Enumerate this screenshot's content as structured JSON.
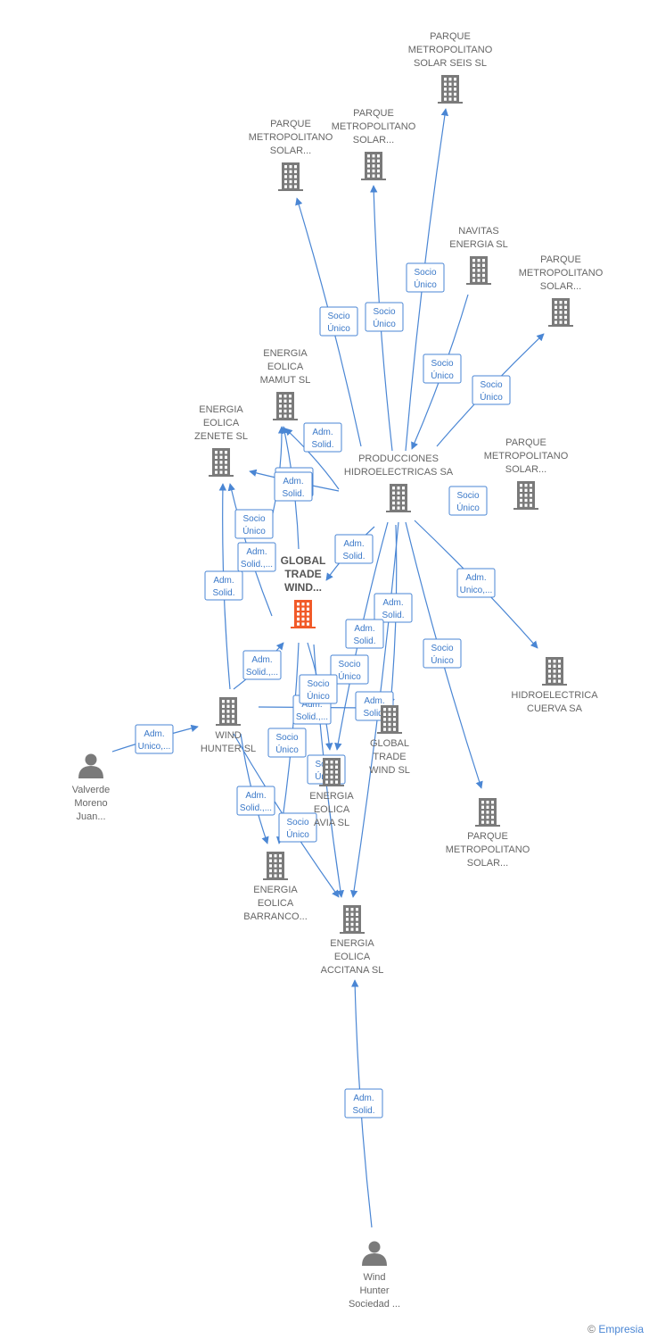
{
  "colors": {
    "node": "#7a7a7a",
    "focus": "#f15a29",
    "edge": "#4a86d4"
  },
  "nodes": [
    {
      "id": "pm_seis",
      "type": "company",
      "lines": [
        "PARQUE",
        "METROPOLITANO",
        "SOLAR SEIS SL"
      ]
    },
    {
      "id": "pm_a",
      "type": "company",
      "lines": [
        "PARQUE",
        "METROPOLITANO",
        "SOLAR..."
      ]
    },
    {
      "id": "pm_b",
      "type": "company",
      "lines": [
        "PARQUE",
        "METROPOLITANO",
        "SOLAR..."
      ]
    },
    {
      "id": "navitas",
      "type": "company",
      "lines": [
        "NAVITAS",
        "ENERGIA SL"
      ]
    },
    {
      "id": "pm_c",
      "type": "company",
      "lines": [
        "PARQUE",
        "METROPOLITANO",
        "SOLAR..."
      ]
    },
    {
      "id": "mamut",
      "type": "company",
      "lines": [
        "ENERGIA",
        "EOLICA",
        "MAMUT  SL"
      ]
    },
    {
      "id": "zenete",
      "type": "company",
      "lines": [
        "ENERGIA",
        "EOLICA",
        "ZENETE  SL"
      ]
    },
    {
      "id": "prod",
      "type": "company",
      "lines": [
        "PRODUCCIONES",
        "HIDROELECTRICAS SA"
      ]
    },
    {
      "id": "pm_d",
      "type": "company",
      "lines": [
        "PARQUE",
        "METROPOLITANO",
        "SOLAR..."
      ]
    },
    {
      "id": "gtw_focus",
      "type": "focus",
      "lines": [
        "GLOBAL",
        "TRADE",
        "WIND..."
      ]
    },
    {
      "id": "hidro",
      "type": "company",
      "lines": [
        "HIDROELECTRICA",
        "CUERVA SA"
      ]
    },
    {
      "id": "windhunter",
      "type": "company",
      "lines": [
        "WIND",
        "HUNTER  SL"
      ]
    },
    {
      "id": "gtw_sl",
      "type": "company",
      "lines": [
        "GLOBAL",
        "TRADE",
        "WIND  SL"
      ]
    },
    {
      "id": "valverde",
      "type": "person",
      "lines": [
        "Valverde",
        "Moreno",
        "Juan..."
      ]
    },
    {
      "id": "avia",
      "type": "company",
      "lines": [
        "ENERGIA",
        "EOLICA",
        "AVIA SL"
      ]
    },
    {
      "id": "pm_e",
      "type": "company",
      "lines": [
        "PARQUE",
        "METROPOLITANO",
        "SOLAR..."
      ]
    },
    {
      "id": "barranco",
      "type": "company",
      "lines": [
        "ENERGIA",
        "EOLICA",
        "BARRANCO..."
      ]
    },
    {
      "id": "accitana",
      "type": "company",
      "lines": [
        "ENERGIA",
        "EOLICA",
        "ACCITANA  SL"
      ]
    },
    {
      "id": "whsoc",
      "type": "person",
      "lines": [
        "Wind",
        "Hunter",
        "Sociedad ..."
      ]
    }
  ],
  "edges": [
    {
      "from": "prod",
      "to": "pm_seis",
      "lines": [
        "Socio",
        "Único"
      ]
    },
    {
      "from": "prod",
      "to": "pm_a",
      "lines": [
        "Socio",
        "Único"
      ]
    },
    {
      "from": "prod",
      "to": "pm_b",
      "lines": [
        "Socio",
        "Único"
      ]
    },
    {
      "from": "navitas",
      "to": "prod",
      "lines": [
        "Socio",
        "Único"
      ]
    },
    {
      "from": "prod",
      "to": "pm_c",
      "lines": [
        "Socio",
        "Único"
      ]
    },
    {
      "from": "prod",
      "to": "mamut",
      "lines": [
        "Adm.",
        "Solid."
      ]
    },
    {
      "from": "prod",
      "to": "zenete",
      "lines": [
        "Adm.",
        "Solid."
      ]
    },
    {
      "from": "prod",
      "to": "pm_d",
      "lines": [
        "Socio",
        "Único"
      ]
    },
    {
      "from": "prod",
      "to": "gtw_focus",
      "lines": [
        "Adm.",
        "Solid."
      ]
    },
    {
      "from": "prod",
      "to": "hidro",
      "lines": [
        "Adm.",
        "Unico,..."
      ]
    },
    {
      "from": "prod",
      "to": "pm_e",
      "lines": [
        "Socio",
        "Único"
      ]
    },
    {
      "from": "prod",
      "to": "gtw_sl",
      "lines": [
        "Adm.",
        "Solid."
      ]
    },
    {
      "from": "prod",
      "to": "avia",
      "lines": [
        "Socio",
        "Único"
      ]
    },
    {
      "from": "prod",
      "to": "accitana",
      "lines": [
        "Adm.",
        "Solid."
      ]
    },
    {
      "from": "gtw_focus",
      "to": "zenete",
      "lines": [
        "Socio",
        "Único"
      ]
    },
    {
      "from": "gtw_focus",
      "to": "mamut",
      "lines": [
        "Adm.",
        "Solid.,..."
      ]
    },
    {
      "from": "windhunter",
      "to": "zenete",
      "lines": [
        "Adm.",
        "Solid."
      ]
    },
    {
      "from": "windhunter",
      "to": "gtw_focus",
      "lines": [
        "Adm.",
        "Solid.,..."
      ]
    },
    {
      "from": "valverde",
      "to": "windhunter",
      "lines": [
        "Adm.",
        "Unico,..."
      ]
    },
    {
      "from": "windhunter",
      "to": "gtw_sl",
      "lines": [
        "Adm.",
        "Solid.,..."
      ]
    },
    {
      "from": "windhunter",
      "to": "barranco",
      "lines": [
        "Adm.",
        "Solid.,..."
      ]
    },
    {
      "from": "gtw_focus",
      "to": "avia",
      "lines": [
        "Socio",
        "Único"
      ]
    },
    {
      "from": "gtw_focus",
      "to": "accitana",
      "lines": [
        "Socio",
        "Único"
      ]
    },
    {
      "from": "gtw_sl",
      "to": "avia",
      "lines": [
        "Adm.",
        "Solid."
      ]
    },
    {
      "from": "windhunter",
      "to": "accitana",
      "lines": [
        "Socio",
        "Único"
      ]
    },
    {
      "from": "gtw_focus",
      "to": "barranco",
      "lines": [
        "Socio",
        "Único"
      ]
    },
    {
      "from": "whsoc",
      "to": "accitana",
      "lines": [
        "Adm.",
        "Solid."
      ]
    },
    {
      "from": "prod",
      "to": "mamut",
      "lines": [
        "Adm.",
        "Solid."
      ]
    }
  ],
  "watermark": {
    "copyright": "©",
    "brand": "Empresia"
  }
}
